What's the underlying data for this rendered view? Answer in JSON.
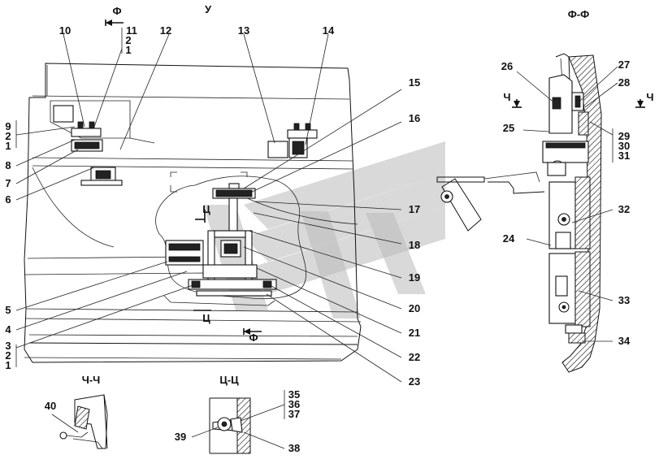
{
  "views": {
    "main": "У",
    "section_f": "Ф-Ф",
    "section_ch": "Ч-Ч",
    "section_ts": "Ц-Ц"
  },
  "section_marks": {
    "f": "Ф",
    "ts": "Ц",
    "ch": "Ч"
  },
  "callouts": {
    "c1": "1",
    "c2": "2",
    "c3": "3",
    "c4": "4",
    "c5": "5",
    "c6": "6",
    "c7": "7",
    "c8": "8",
    "c9": "9",
    "c10": "10",
    "c11": "11",
    "c12": "12",
    "c13": "13",
    "c14": "14",
    "c15": "15",
    "c16": "16",
    "c17": "17",
    "c18": "18",
    "c19": "19",
    "c20": "20",
    "c21": "21",
    "c22": "22",
    "c23": "23",
    "c24": "24",
    "c25": "25",
    "c26": "26",
    "c27": "27",
    "c28": "28",
    "c29": "29",
    "c30": "30",
    "c31": "31",
    "c32": "32",
    "c33": "33",
    "c34": "34",
    "c35": "35",
    "c36": "36",
    "c37": "37",
    "c38": "38",
    "c39": "39",
    "c40": "40"
  }
}
